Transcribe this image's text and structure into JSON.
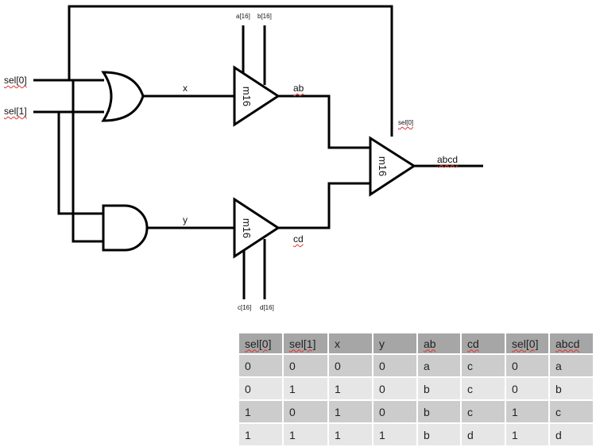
{
  "diagram": {
    "inputs": {
      "sel0": "sel[0]",
      "sel1": "sel[1]"
    },
    "gates": {
      "or_gate": {
        "type": "OR",
        "output_label": "x"
      },
      "and_gate": {
        "type": "AND",
        "output_label": "y"
      }
    },
    "muxes": {
      "mux_ab": {
        "name": "m16",
        "input_a": "a[16]",
        "input_b": "b[16]",
        "output_label": "ab"
      },
      "mux_cd": {
        "name": "m16",
        "input_a": "c[16]",
        "input_b": "d[16]",
        "output_label": "cd"
      },
      "mux_abcd": {
        "name": "m16",
        "select_label": "sel[0]",
        "output_label": "abcd"
      }
    }
  },
  "truth_table": {
    "headers": [
      "sel[0]",
      "sel[1]",
      "x",
      "y",
      "ab",
      "cd",
      "sel[0]",
      "abcd"
    ],
    "spellcheck_headers": [
      true,
      true,
      false,
      false,
      true,
      true,
      true,
      true
    ],
    "rows": [
      [
        "0",
        "0",
        "0",
        "0",
        "a",
        "c",
        "0",
        "a"
      ],
      [
        "0",
        "1",
        "1",
        "0",
        "b",
        "c",
        "0",
        "b"
      ],
      [
        "1",
        "0",
        "1",
        "0",
        "b",
        "c",
        "1",
        "c"
      ],
      [
        "1",
        "1",
        "1",
        "1",
        "b",
        "d",
        "1",
        "d"
      ]
    ]
  },
  "colors": {
    "header_bg": "#a6a6a6",
    "row_odd_bg": "#cccccc",
    "row_even_bg": "#e6e6e6",
    "spellcheck_underline": "#e03030"
  }
}
